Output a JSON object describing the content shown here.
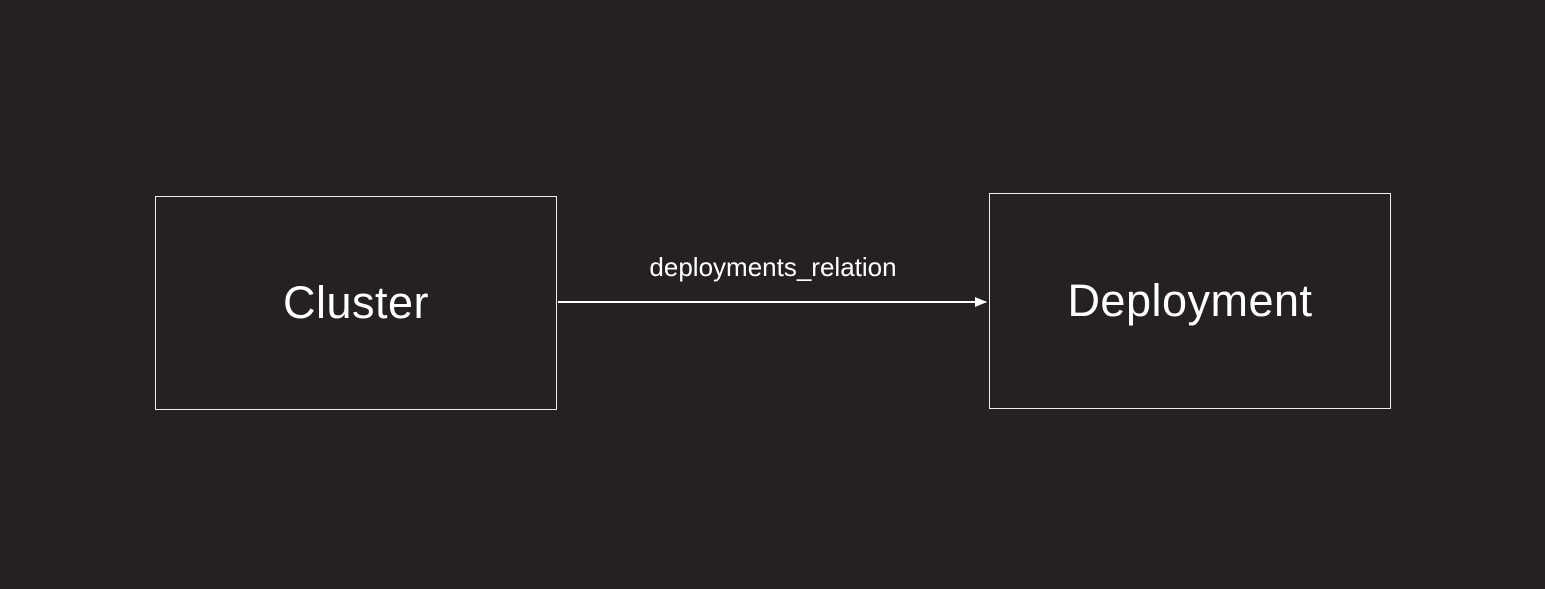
{
  "diagram": {
    "nodes": [
      {
        "id": "cluster",
        "label": "Cluster"
      },
      {
        "id": "deployment",
        "label": "Deployment"
      }
    ],
    "edges": [
      {
        "from": "cluster",
        "to": "deployment",
        "label": "deployments_relation"
      }
    ],
    "colors": {
      "background": "#242120",
      "node_border": "#edeceb",
      "node_text": "#ffffff",
      "edge_line": "#ffffff",
      "edge_label_text": "#ffffff"
    }
  }
}
